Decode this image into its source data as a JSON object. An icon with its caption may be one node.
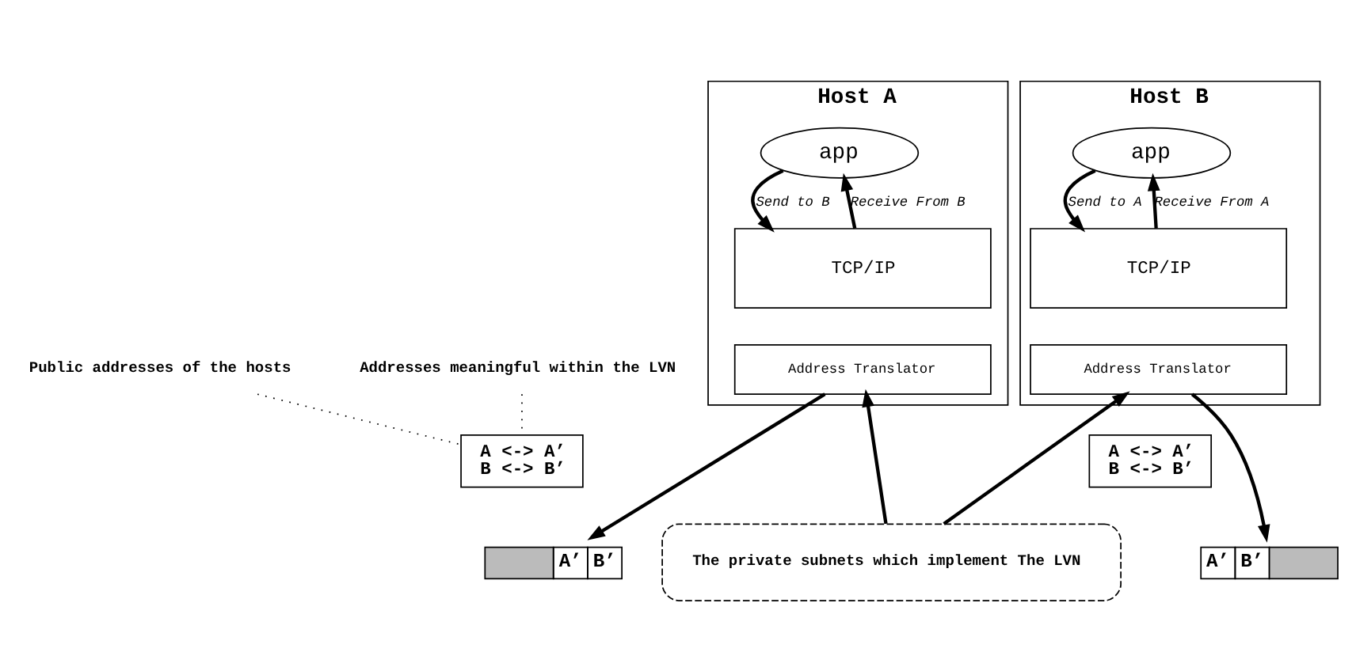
{
  "diagram": {
    "nodes": [
      {
        "text": [
          "Host A"
        ]
      },
      {
        "text": [
          "app"
        ],
        "in": 0
      },
      {
        "text": [
          "TCP/IP"
        ],
        "in": 0
      },
      {
        "text": [
          "Address Translator"
        ],
        "in": 0
      },
      {
        "text": [
          "A <-> A’",
          "B <-> B’"
        ]
      },
      {
        "text": [
          "Host B"
        ]
      },
      {
        "text": [
          "app"
        ],
        "in": 5
      },
      {
        "text": [
          "TCP/IP"
        ],
        "in": 5
      },
      {
        "text": [
          "Address Translator"
        ],
        "in": 5
      },
      {
        "text": [
          "A <-> A’",
          "B <-> B’"
        ]
      },
      {
        "text": [
          "A’",
          "B’"
        ]
      },
      {
        "text": [
          "The private subnets which implement The LVN"
        ]
      },
      {
        "text": [
          "A’",
          "B’"
        ]
      },
      {
        "text": [
          "Public addresses of the hosts"
        ]
      },
      {
        "text": [
          "Addresses meaningful within the LVN"
        ]
      }
    ],
    "edges": [
      {
        "from": 1,
        "to": 2,
        "arrow": "to",
        "label": "Send to B"
      },
      {
        "from": 2,
        "to": 1,
        "arrow": "to",
        "label": "Receive From B"
      },
      {
        "from": 3,
        "to": 10,
        "arrow": "to"
      },
      {
        "from": 11,
        "to": 3,
        "arrow": "to"
      },
      {
        "from": 6,
        "to": 7,
        "arrow": "to",
        "label": "Send to A"
      },
      {
        "from": 7,
        "to": 6,
        "arrow": "to",
        "label": "Receive From A"
      },
      {
        "from": 11,
        "to": 8,
        "arrow": "to"
      },
      {
        "from": 8,
        "to": 12,
        "arrow": "to"
      },
      {
        "from": 13,
        "to": 4,
        "arrow": "none",
        "style": "dashed"
      },
      {
        "from": 14,
        "to": 4,
        "arrow": "none",
        "style": "dashed"
      }
    ]
  }
}
